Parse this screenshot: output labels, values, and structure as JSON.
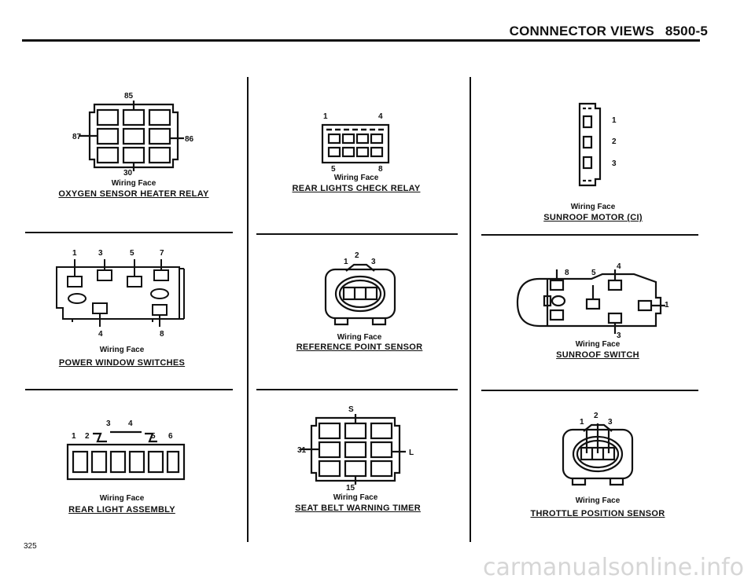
{
  "header": {
    "title": "CONNNECTOR VIEWS",
    "section": "8500-5"
  },
  "page_number": "325",
  "watermark": "carmanualsonline.info",
  "wiring_face": "Wiring Face",
  "diagrams": {
    "oxygen": {
      "title": "OXYGEN SENSOR HEATER RELAY",
      "pins": [
        "85",
        "87",
        "86",
        "30"
      ]
    },
    "rear_check": {
      "title": "REAR LIGHTS CHECK RELAY",
      "pins": [
        "1",
        "4",
        "5",
        "8"
      ]
    },
    "sunroof_motor": {
      "title": "SUNROOF MOTOR (CI)",
      "pins": [
        "1",
        "2",
        "3"
      ]
    },
    "power_window": {
      "title": "POWER WINDOW SWITCHES",
      "pins": [
        "1",
        "3",
        "5",
        "7",
        "4",
        "8"
      ]
    },
    "reference_point": {
      "title": "REFERENCE POINT SENSOR",
      "pins": [
        "1",
        "2",
        "3"
      ]
    },
    "sunroof_switch": {
      "title": "SUNROOF SWITCH",
      "pins": [
        "8",
        "5",
        "4",
        "1",
        "3"
      ]
    },
    "rear_light": {
      "title": "REAR LIGHT ASSEMBLY",
      "pins": [
        "1",
        "2",
        "3",
        "4",
        "5",
        "6"
      ]
    },
    "seat_belt": {
      "title": "SEAT BELT WARNING TIMER",
      "pins": [
        "S",
        "31",
        "L",
        "15"
      ]
    },
    "throttle": {
      "title": "THROTTLE POSITION SENSOR",
      "pins": [
        "1",
        "2",
        "3"
      ]
    }
  }
}
